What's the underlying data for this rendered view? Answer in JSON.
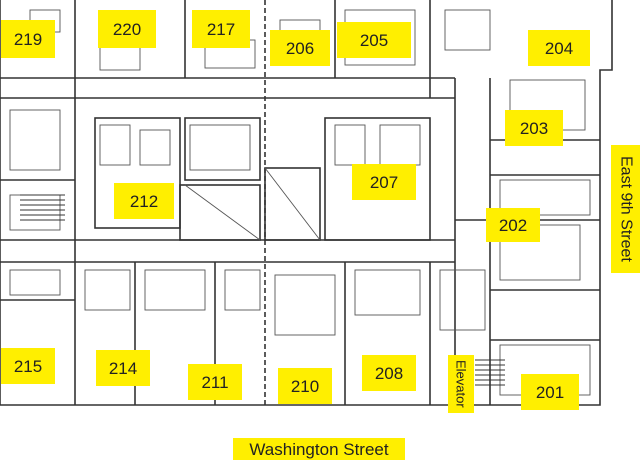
{
  "units": [
    {
      "id": "u219",
      "label": "219"
    },
    {
      "id": "u220",
      "label": "220"
    },
    {
      "id": "u217",
      "label": "217"
    },
    {
      "id": "u206",
      "label": "206"
    },
    {
      "id": "u205",
      "label": "205"
    },
    {
      "id": "u204",
      "label": "204"
    },
    {
      "id": "u203",
      "label": "203"
    },
    {
      "id": "u212",
      "label": "212"
    },
    {
      "id": "u207",
      "label": "207"
    },
    {
      "id": "u202",
      "label": "202"
    },
    {
      "id": "u215",
      "label": "215"
    },
    {
      "id": "u214",
      "label": "214"
    },
    {
      "id": "u211",
      "label": "211"
    },
    {
      "id": "u210",
      "label": "210"
    },
    {
      "id": "u208",
      "label": "208"
    },
    {
      "id": "u201",
      "label": "201"
    }
  ],
  "elevator_label": "Elevator",
  "streets": {
    "east": "East 9th Street",
    "south": "Washington Street"
  },
  "colors": {
    "label_fill": "#ffef00",
    "line": "#333333"
  }
}
